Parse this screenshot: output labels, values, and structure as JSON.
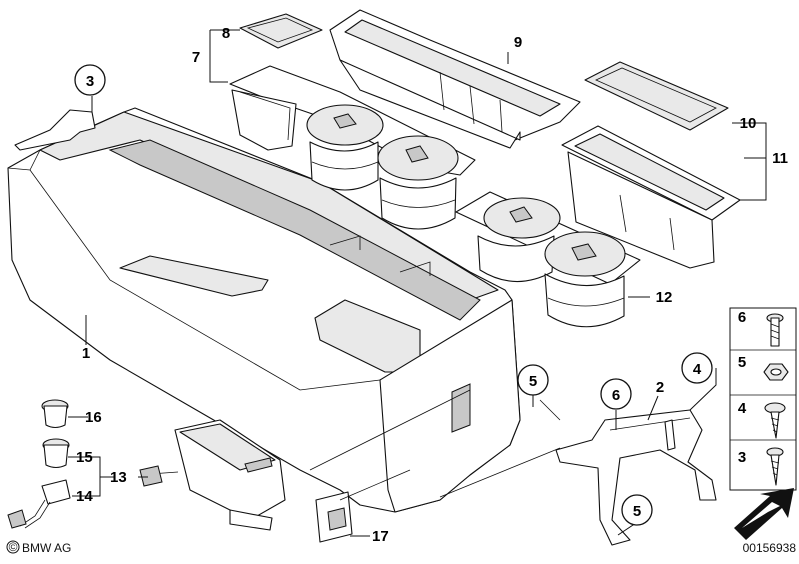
{
  "callouts": {
    "c1": "1",
    "c2": "2",
    "c3": "3",
    "c4": "4",
    "c5a": "5",
    "c5b": "5",
    "c6": "6",
    "c7": "7",
    "c8": "8",
    "c9": "9",
    "c10": "10",
    "c11": "11",
    "c12": "12",
    "c13": "13",
    "c14": "14",
    "c15": "15",
    "c16": "16",
    "c17": "17"
  },
  "legend": {
    "items": [
      {
        "label": "6",
        "icon": "torx-bolt-icon"
      },
      {
        "label": "5",
        "icon": "hex-nut-icon"
      },
      {
        "label": "4",
        "icon": "oval-head-screw-icon"
      },
      {
        "label": "3",
        "icon": "self-tapping-screw-icon"
      }
    ],
    "arrow_icon": "direction-arrow-icon"
  },
  "footer": {
    "brand": "BMW AG",
    "copyright_symbol": "©",
    "diagram_number": "00156938"
  }
}
